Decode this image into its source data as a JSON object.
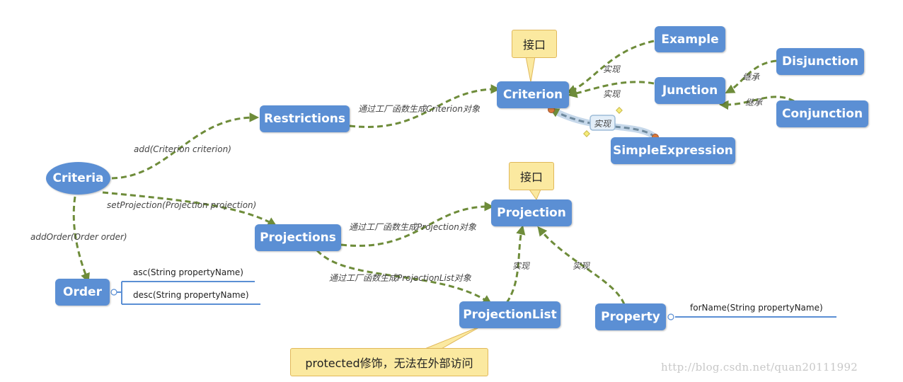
{
  "nodes": {
    "criteria": "Criteria",
    "restrictions": "Restrictions",
    "criterion": "Criterion",
    "example": "Example",
    "junction": "Junction",
    "disjunction": "Disjunction",
    "conjunction": "Conjunction",
    "simple_expression": "SimpleExpression",
    "projections": "Projections",
    "projection": "Projection",
    "projection_list": "ProjectionList",
    "property": "Property",
    "order": "Order"
  },
  "callouts": {
    "criterion_interface": "接口",
    "projection_interface": "接口",
    "protected_note": "protected修饰，无法在外部访问"
  },
  "edge_labels": {
    "add_criterion": "add(Criterion criterion)",
    "set_projection": "setProjection(Projection projection)",
    "add_order": "addOrder(Order order)",
    "restrictions_factory": "通过工厂函数生成Criterion对象",
    "projections_factory": "通过工厂函数生成Projection对象",
    "projection_list_factory": "通过工厂函数生成ProjectionList对象",
    "example_implements": "实现",
    "junction_implements": "实现",
    "simple_expression_implements": "实现",
    "disjunction_inherits": "继承",
    "conjunction_inherits": "继承",
    "projection_list_implements": "实现",
    "property_implements": "实现"
  },
  "leaves": {
    "order_asc": "asc(String propertyName)",
    "order_desc": "desc(String propertyName)",
    "property_for_name": "forName(String propertyName)"
  },
  "watermark": "http://blog.csdn.net/quan20111992",
  "colors": {
    "node_fill": "#5b8fd4",
    "edge": "#6e8c3a",
    "callout_fill": "#fbe9a0",
    "callout_border": "#e0b85a",
    "leaf_line": "#5b8fd4"
  }
}
